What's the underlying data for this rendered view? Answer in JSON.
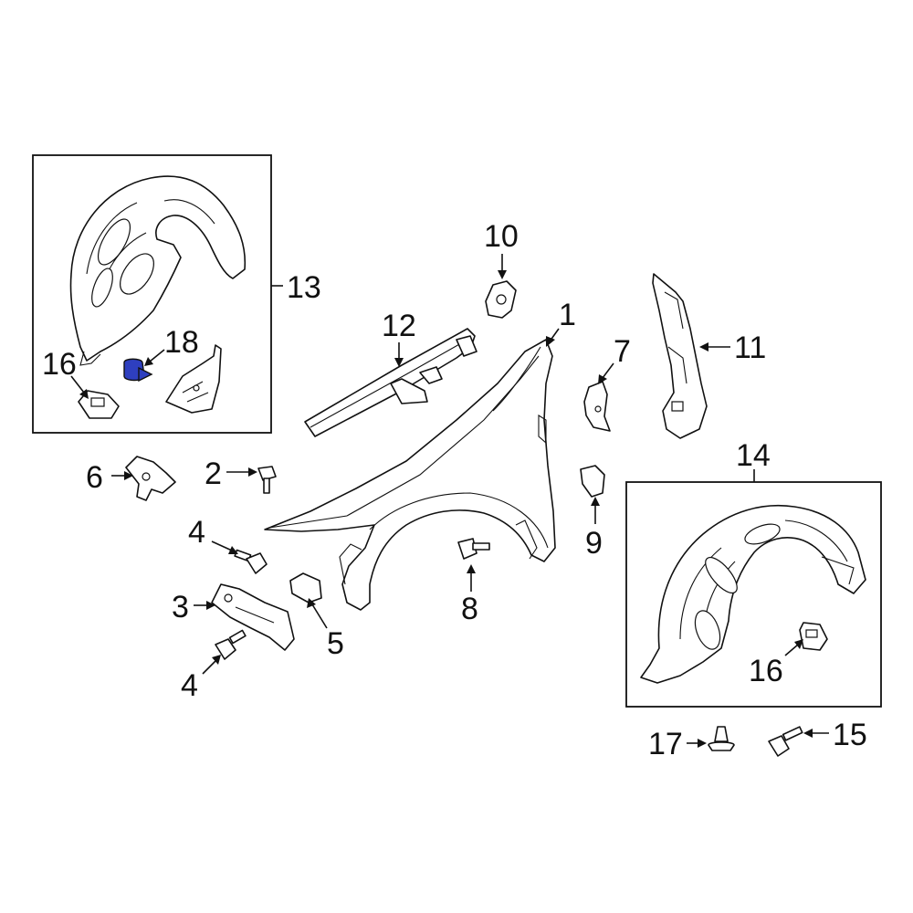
{
  "diagram": {
    "highlight_color": "#2e3fbf",
    "highlighted_part": "18",
    "callouts": {
      "c1": "1",
      "c2": "2",
      "c3": "3",
      "c4a": "4",
      "c4b": "4",
      "c5": "5",
      "c6": "6",
      "c7": "7",
      "c8": "8",
      "c9": "9",
      "c10": "10",
      "c11": "11",
      "c12": "12",
      "c13": "13",
      "c14": "14",
      "c15": "15",
      "c16a": "16",
      "c16b": "16",
      "c17": "17",
      "c18": "18"
    }
  }
}
